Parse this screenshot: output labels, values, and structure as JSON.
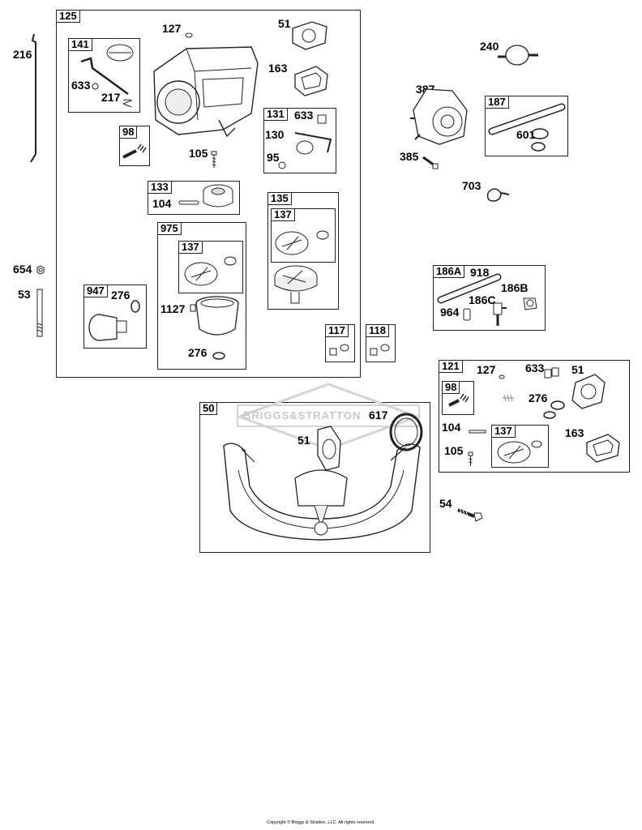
{
  "groups": {
    "g125": "125",
    "g141": "141",
    "g98a": "98",
    "g131": "131",
    "g133": "133",
    "g135": "135",
    "g137a": "137",
    "g975": "975",
    "g137b": "137",
    "g947": "947",
    "g117": "117",
    "g118": "118",
    "g187": "187",
    "g186a": "186A",
    "g121": "121",
    "g98b": "98",
    "g137c": "137",
    "g50": "50"
  },
  "labels": {
    "l216": "216",
    "l654": "654",
    "l53": "53",
    "l127": "127",
    "l51": "51",
    "l163": "163",
    "l633a": "633",
    "l217": "217",
    "l105a": "105",
    "l633b": "633",
    "l130": "130",
    "l95": "95",
    "l104a": "104",
    "l276a": "276",
    "l1127": "1127",
    "l276b": "276",
    "l240": "240",
    "l387": "387",
    "l385": "385",
    "l601": "601",
    "l703": "703",
    "l918": "918",
    "l186b": "186B",
    "l186c": "186C",
    "l964": "964",
    "l127b": "127",
    "l633c": "633",
    "l51b": "51",
    "l276c": "276",
    "l104b": "104",
    "l105b": "105",
    "l163b": "163",
    "l617": "617",
    "l51c": "51",
    "l54": "54"
  },
  "watermark": "BRIGGS&STRATTON",
  "copyright": "Copyright © Briggs & Stratton, LLC. All rights reserved."
}
